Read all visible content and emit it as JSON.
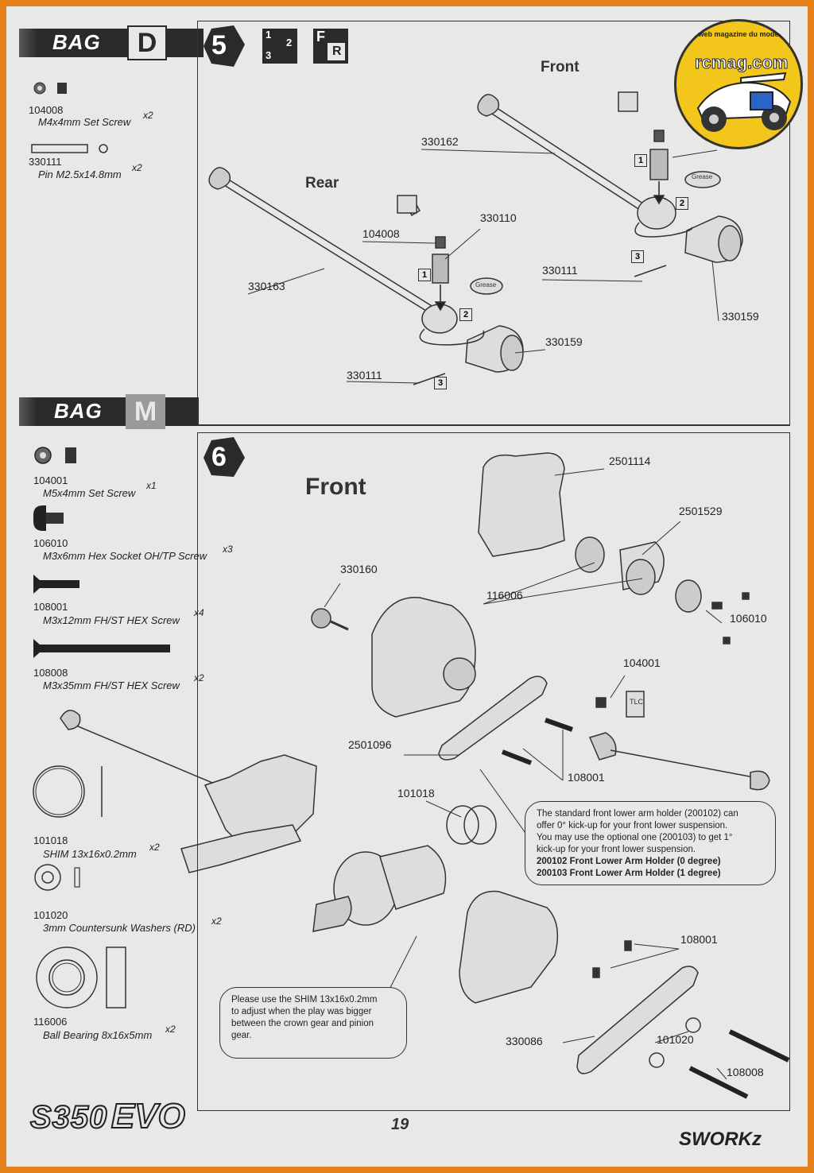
{
  "bag_d": {
    "word": "BAG",
    "letter": "D"
  },
  "bag_m": {
    "word": "BAG",
    "letter": "M"
  },
  "bag_d_parts": [
    {
      "num": "104008",
      "name": "M4x4mm Set Screw",
      "qty": "x2"
    },
    {
      "num": "330111",
      "name": "Pin M2.5x14.8mm",
      "qty": "x2"
    }
  ],
  "bag_m_parts": [
    {
      "num": "104001",
      "name": "M5x4mm Set Screw",
      "qty": "x1"
    },
    {
      "num": "106010",
      "name": "M3x6mm Hex Socket OH/TP Screw",
      "qty": "x3"
    },
    {
      "num": "108001",
      "name": "M3x12mm FH/ST HEX Screw",
      "qty": "x4"
    },
    {
      "num": "108008",
      "name": "M3x35mm FH/ST HEX Screw",
      "qty": "x2"
    },
    {
      "num": "101018",
      "name": "SHIM 13x16x0.2mm",
      "qty": "x2"
    },
    {
      "num": "101020",
      "name": "3mm Countersunk Washers (RD)",
      "qty": "x2"
    },
    {
      "num": "116006",
      "name": "Ball Bearing 8x16x5mm",
      "qty": "x2"
    }
  ],
  "step5": {
    "number": "5",
    "order_icon": [
      "1",
      "2",
      "3"
    ],
    "fr_icon": [
      "F",
      "R"
    ],
    "front_heading": "Front",
    "rear_heading": "Rear",
    "front_labels": [
      "330162",
      "330110",
      "330111",
      "330159"
    ],
    "rear_labels": [
      "104008",
      "330110",
      "330163",
      "330159",
      "330111"
    ],
    "step_boxes": [
      "1",
      "2",
      "3"
    ],
    "grease": "Grease"
  },
  "step6": {
    "number": "6",
    "heading": "Front",
    "labels": [
      "2501114",
      "2501529",
      "116006",
      "106010",
      "330160",
      "104001",
      "2501096",
      "108001",
      "101018",
      "108001",
      "330086",
      "101020",
      "108008"
    ],
    "tlc": "TLC",
    "note_kickup": {
      "line1": "The standard front lower arm holder (200102) can",
      "line2": "offer 0° kick-up for your front lower suspension.",
      "line3": "You may use the optional one (200103) to get 1°",
      "line4": "kick-up for your front lower suspension.",
      "bold1": "200102 Front Lower Arm Holder (0 degree)",
      "bold2": "200103 Front Lower Arm Holder (1 degree)"
    },
    "note_shim": {
      "line1": "Please use the SHIM 13x16x0.2mm",
      "line2": "to adjust when the play was bigger",
      "line3": "between the crown gear and pinion",
      "line4": "gear."
    }
  },
  "footer": {
    "model": "S350",
    "model_suffix": "EVO",
    "page": "19",
    "brand": "SWORKz"
  },
  "watermark": {
    "tagline": "Le web magazine du modelisme",
    "site": "rcmag.com"
  }
}
